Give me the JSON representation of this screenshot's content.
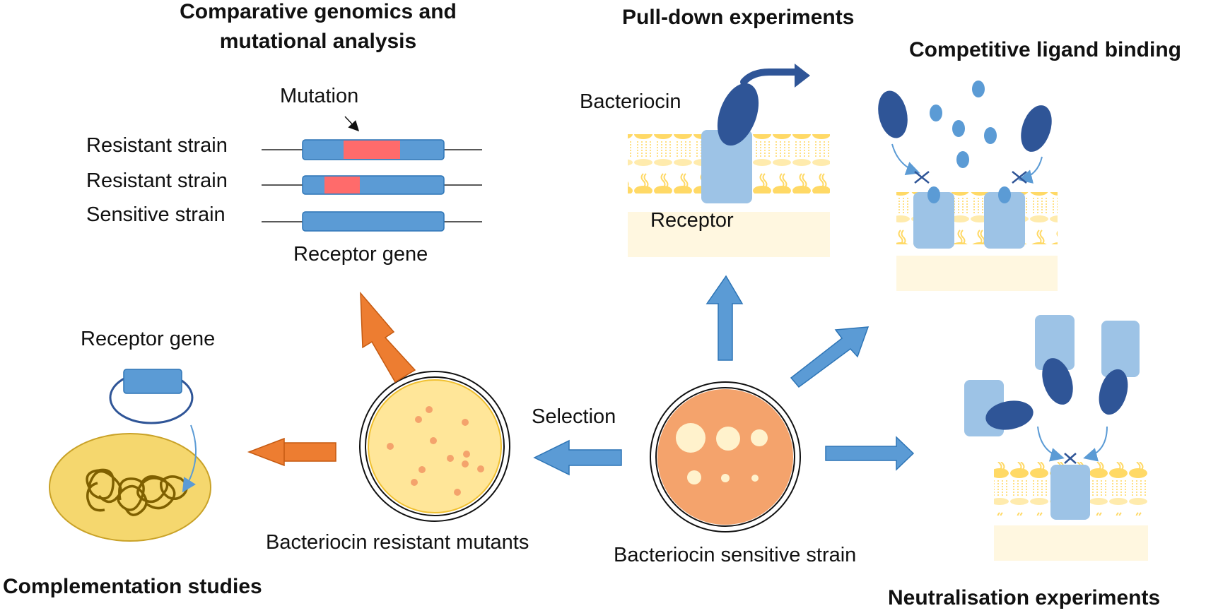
{
  "headings": {
    "comparative_line1": "Comparative genomics and",
    "comparative_line2": "mutational analysis",
    "pulldown": "Pull-down experiments",
    "competitive": "Competitive ligand binding",
    "complementation": "Complementation studies",
    "neutralisation": "Neutralisation experiments"
  },
  "labels": {
    "mutation": "Mutation",
    "resistant_strain_1": "Resistant strain",
    "resistant_strain_2": "Resistant strain",
    "sensitive_strain": "Sensitive strain",
    "receptor_gene_top": "Receptor gene",
    "receptor_gene_left": "Receptor gene",
    "bacteriocin": "Bacteriocin",
    "receptor": "Receptor",
    "selection": "Selection",
    "resistant_mutants": "Bacteriocin resistant mutants",
    "sensitive_strain_dish": "Bacteriocin sensitive strain"
  },
  "colors": {
    "blue_arrow": "#5b9bd5",
    "orange_arrow": "#ed7d31",
    "gene_blue": "#5b9bd5",
    "mutation_red": "#ff6b6b",
    "dark_blue": "#2f5597",
    "light_blue": "#9dc3e6",
    "membrane_yellow": "#ffd966",
    "membrane_bg": "#fff7e0",
    "dish_resistant": "#ffe699",
    "dish_sensitive": "#f4a36c",
    "cell_yellow": "#f5d76e"
  }
}
